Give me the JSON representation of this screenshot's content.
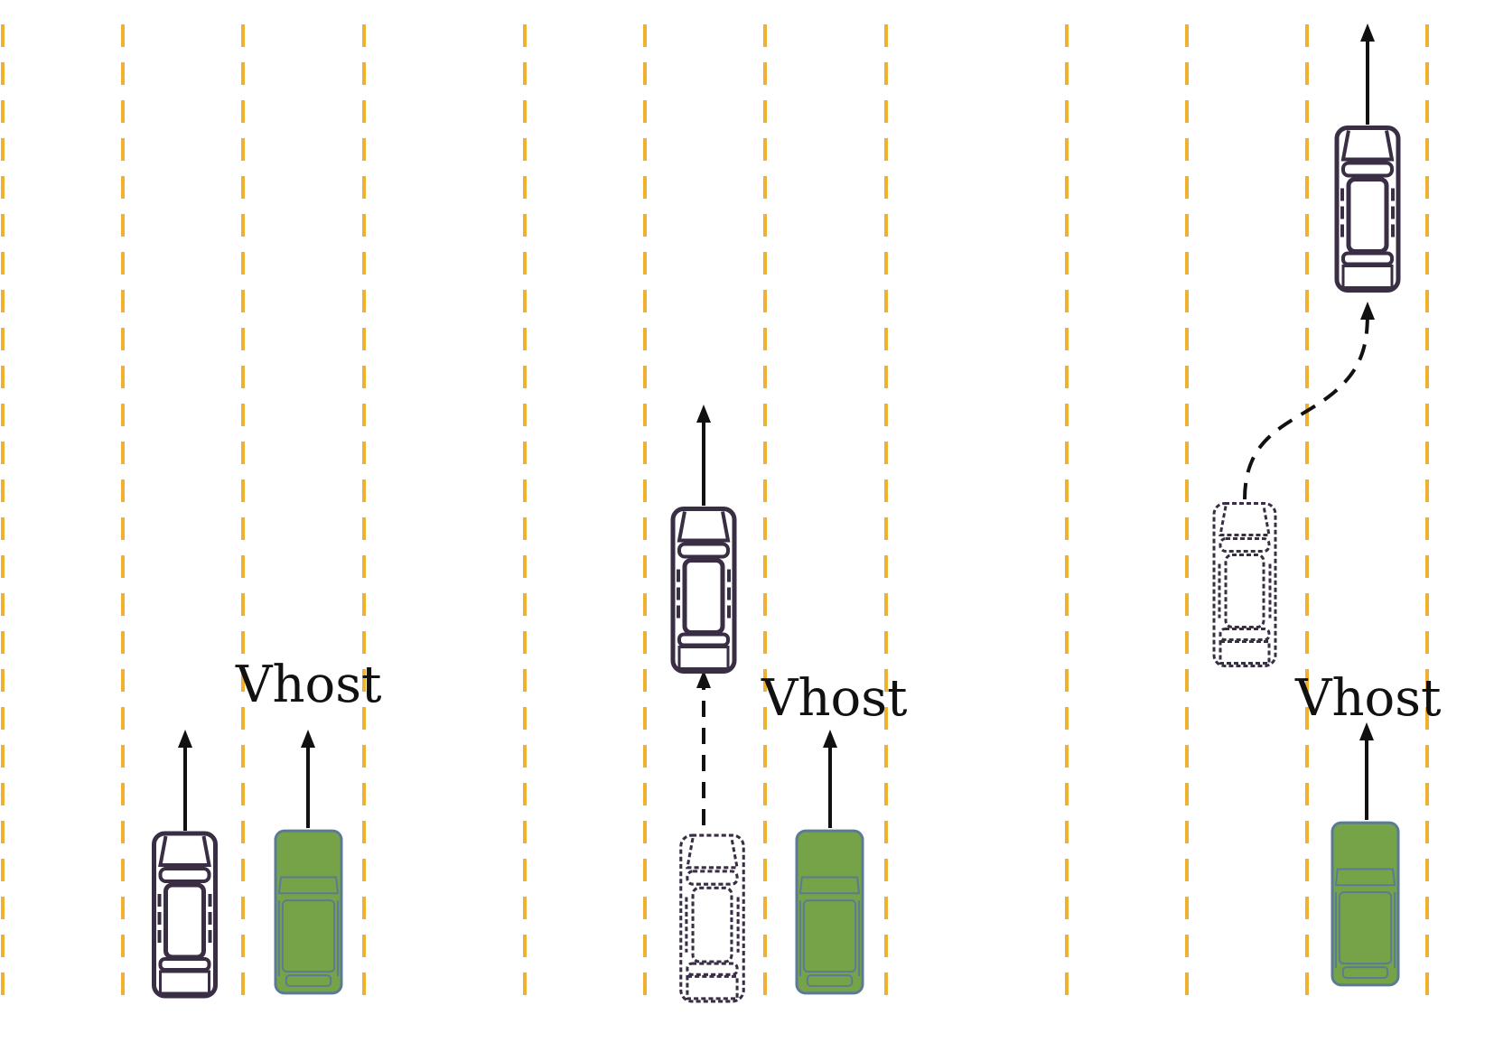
{
  "colors": {
    "lane_marking": "#f0b030",
    "host_vehicle_fill": "#76a347",
    "host_vehicle_outline": "#5b7a96",
    "other_vehicle_outline": "#3a2e45",
    "arrow": "#111111"
  },
  "panels": [
    {
      "host_label": "Vhost",
      "scenario": "initial"
    },
    {
      "host_label": "Vhost",
      "scenario": "vehicle-accelerates-ahead"
    },
    {
      "host_label": "Vhost",
      "scenario": "vehicle-changes-lane-ahead"
    }
  ],
  "icons": [
    "car-outline-icon",
    "car-ghost-icon",
    "host-car-icon",
    "arrow-up-icon"
  ]
}
